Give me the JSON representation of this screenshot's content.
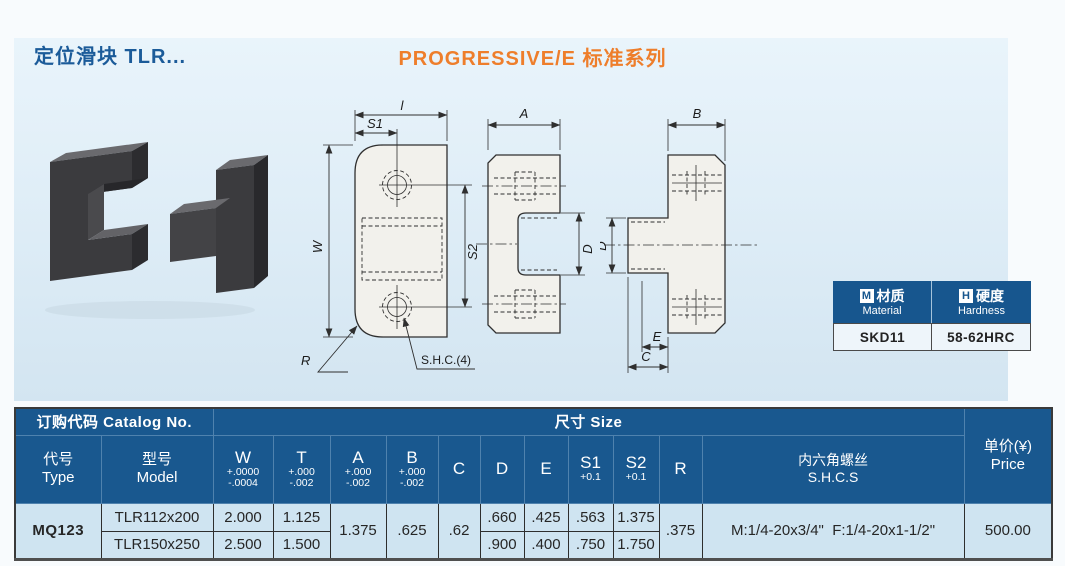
{
  "header": {
    "product_title": "定位滑块 TLR...",
    "series_title": "PROGRESSIVE/E 标准系列"
  },
  "drawing_labels": {
    "front": {
      "length_label": "l",
      "s1": "S1",
      "w": "W",
      "s2": "S2",
      "radius": "R",
      "shc_note": "S.H.C.(4)"
    },
    "side": {
      "a": "A",
      "d": "D"
    },
    "mating": {
      "b": "B",
      "d": "D",
      "e": "E",
      "c": "C"
    }
  },
  "material_card": {
    "material_badge": "M",
    "material_cn": "材质",
    "material_en": "Material",
    "hardness_badge": "H",
    "hardness_cn": "硬度",
    "hardness_en": "Hardness",
    "material_value": "SKD11",
    "hardness_value": "58-62HRC"
  },
  "size_table": {
    "catalog_no_header": "订购代码 Catalog No.",
    "size_header": "尺寸 Size",
    "price_cn": "单价(¥)",
    "price_en": "Price",
    "type_cn": "代号",
    "type_en": "Type",
    "model_cn": "型号",
    "model_en": "Model",
    "cols": {
      "w": {
        "label": "W",
        "tol_top": "+.0000",
        "tol_bottom": "-.0004"
      },
      "t": {
        "label": "T",
        "tol_top": "+.000",
        "tol_bottom": "-.002"
      },
      "a": {
        "label": "A",
        "tol_top": "+.000",
        "tol_bottom": "-.002"
      },
      "b": {
        "label": "B",
        "tol_top": "+.000",
        "tol_bottom": "-.002"
      },
      "c": {
        "label": "C"
      },
      "d": {
        "label": "D"
      },
      "e": {
        "label": "E"
      },
      "s1": {
        "label": "S1",
        "tol_top": "+0.1"
      },
      "s2": {
        "label": "S2",
        "tol_top": "+0.1"
      },
      "r": {
        "label": "R"
      },
      "shcs_cn": "内六角螺丝",
      "shcs_en": "S.H.C.S"
    },
    "type_value": "MQ123",
    "rows": [
      {
        "model": "TLR112x200",
        "w": "2.000",
        "t": "1.125",
        "d": ".660",
        "e": ".425",
        "s1": ".563",
        "s2": "1.375"
      },
      {
        "model": "TLR150x250",
        "w": "2.500",
        "t": "1.500",
        "d": ".900",
        "e": ".400",
        "s1": ".750",
        "s2": "1.750"
      }
    ],
    "shared": {
      "a": "1.375",
      "b": ".625",
      "c": ".62",
      "r": ".375",
      "shcs": "M:1/4-20x3/4\"  F:1/4-20x1-1/2\"",
      "price": "500.00"
    }
  },
  "colors": {
    "accent_orange": "#ee7e2b",
    "title_blue": "#1b5b99",
    "table_header_blue": "#19588f",
    "cell_blue": "#cfe4f1",
    "panel_blue": "#ddecf6"
  }
}
